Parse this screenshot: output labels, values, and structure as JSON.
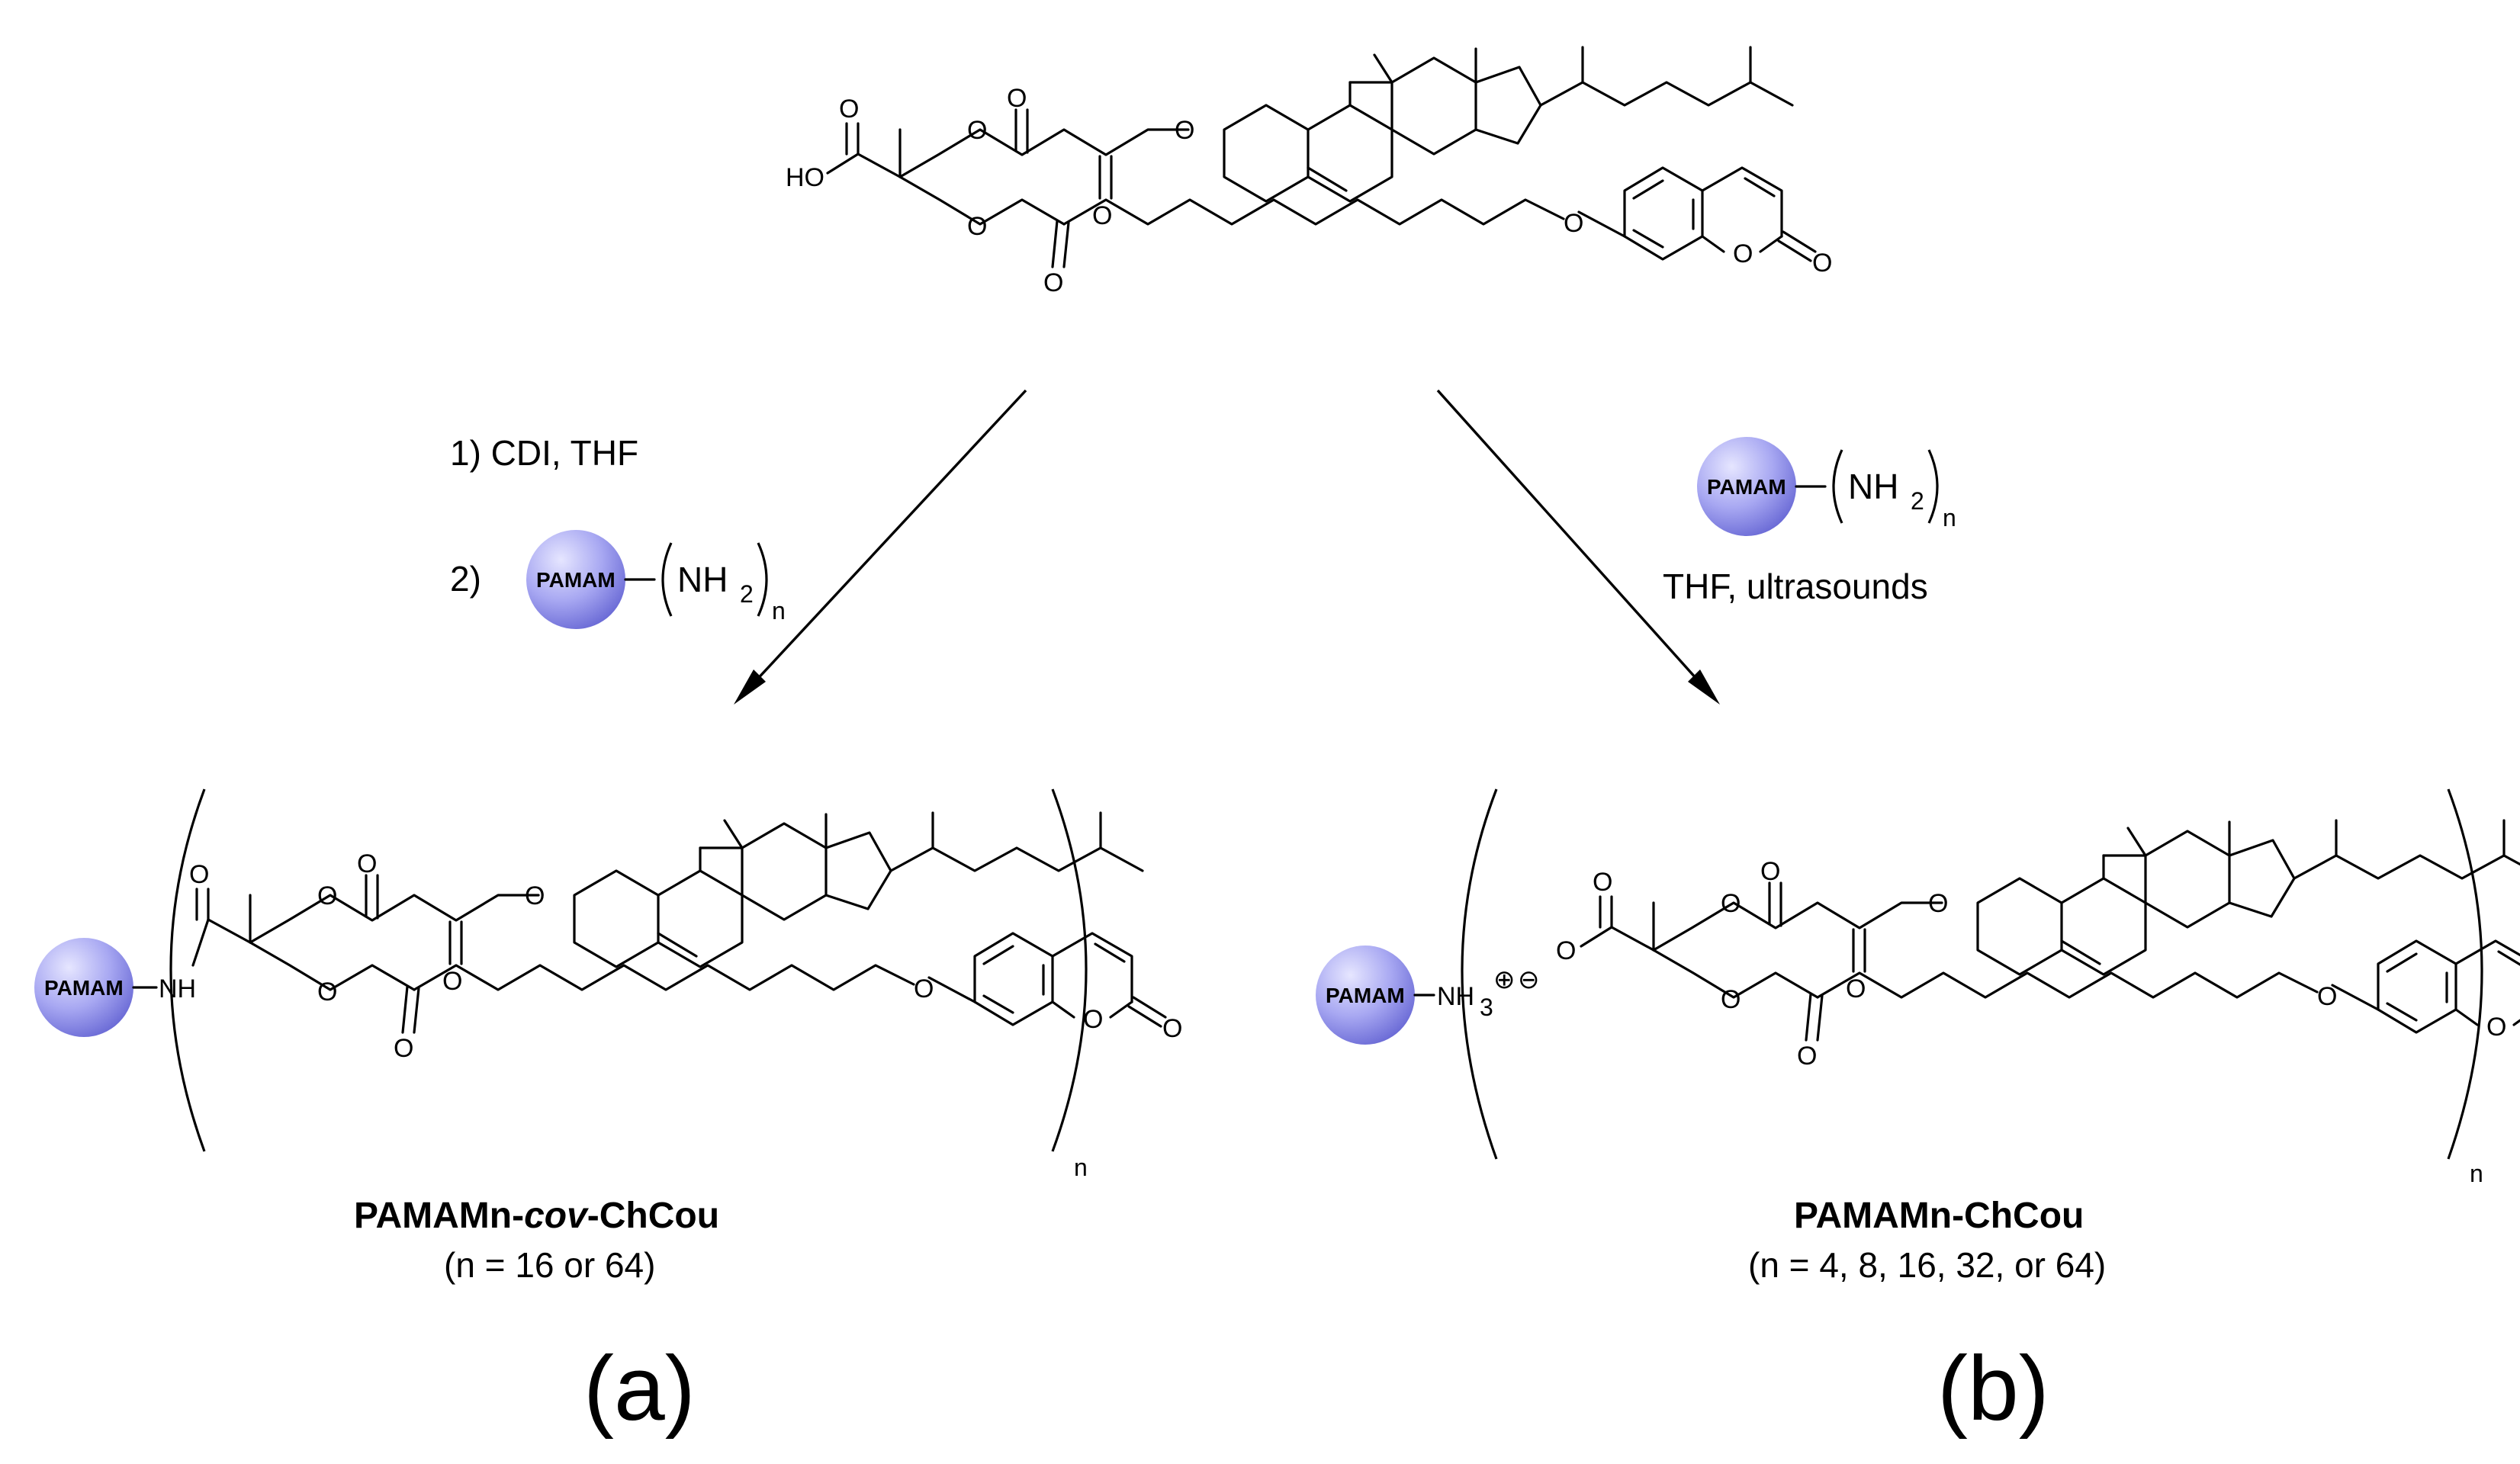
{
  "atoms": {
    "o": "O",
    "ho": "HO",
    "nh": "NH",
    "nh3": "NH",
    "nh3_sub": "3",
    "charge_plus": "⊕",
    "charge_minus": "⊖"
  },
  "dendrimer": {
    "core_label": "PAMAM",
    "amine": "NH",
    "amine_sub": "2",
    "count": "n"
  },
  "reaction_a": {
    "step1": "1) CDI, THF",
    "step2_prefix": "2)"
  },
  "reaction_b": {
    "condition": "THF, ultrasounds"
  },
  "product_a": {
    "name_prefix": "PAMAMn-",
    "name_italic": "cov",
    "name_suffix": "-ChCou",
    "condition": "(n = 16 or 64)",
    "repeat": "n",
    "panel": "(a)"
  },
  "product_b": {
    "name": "PAMAMn-ChCou",
    "condition": "(n = 4, 8, 16, 32, or 64)",
    "repeat": "n",
    "panel": "(b)"
  },
  "colors": {
    "sphere_light": "#e6e6ff",
    "sphere_mid": "#a8a8f2",
    "sphere_dark": "#6b6bd6"
  }
}
